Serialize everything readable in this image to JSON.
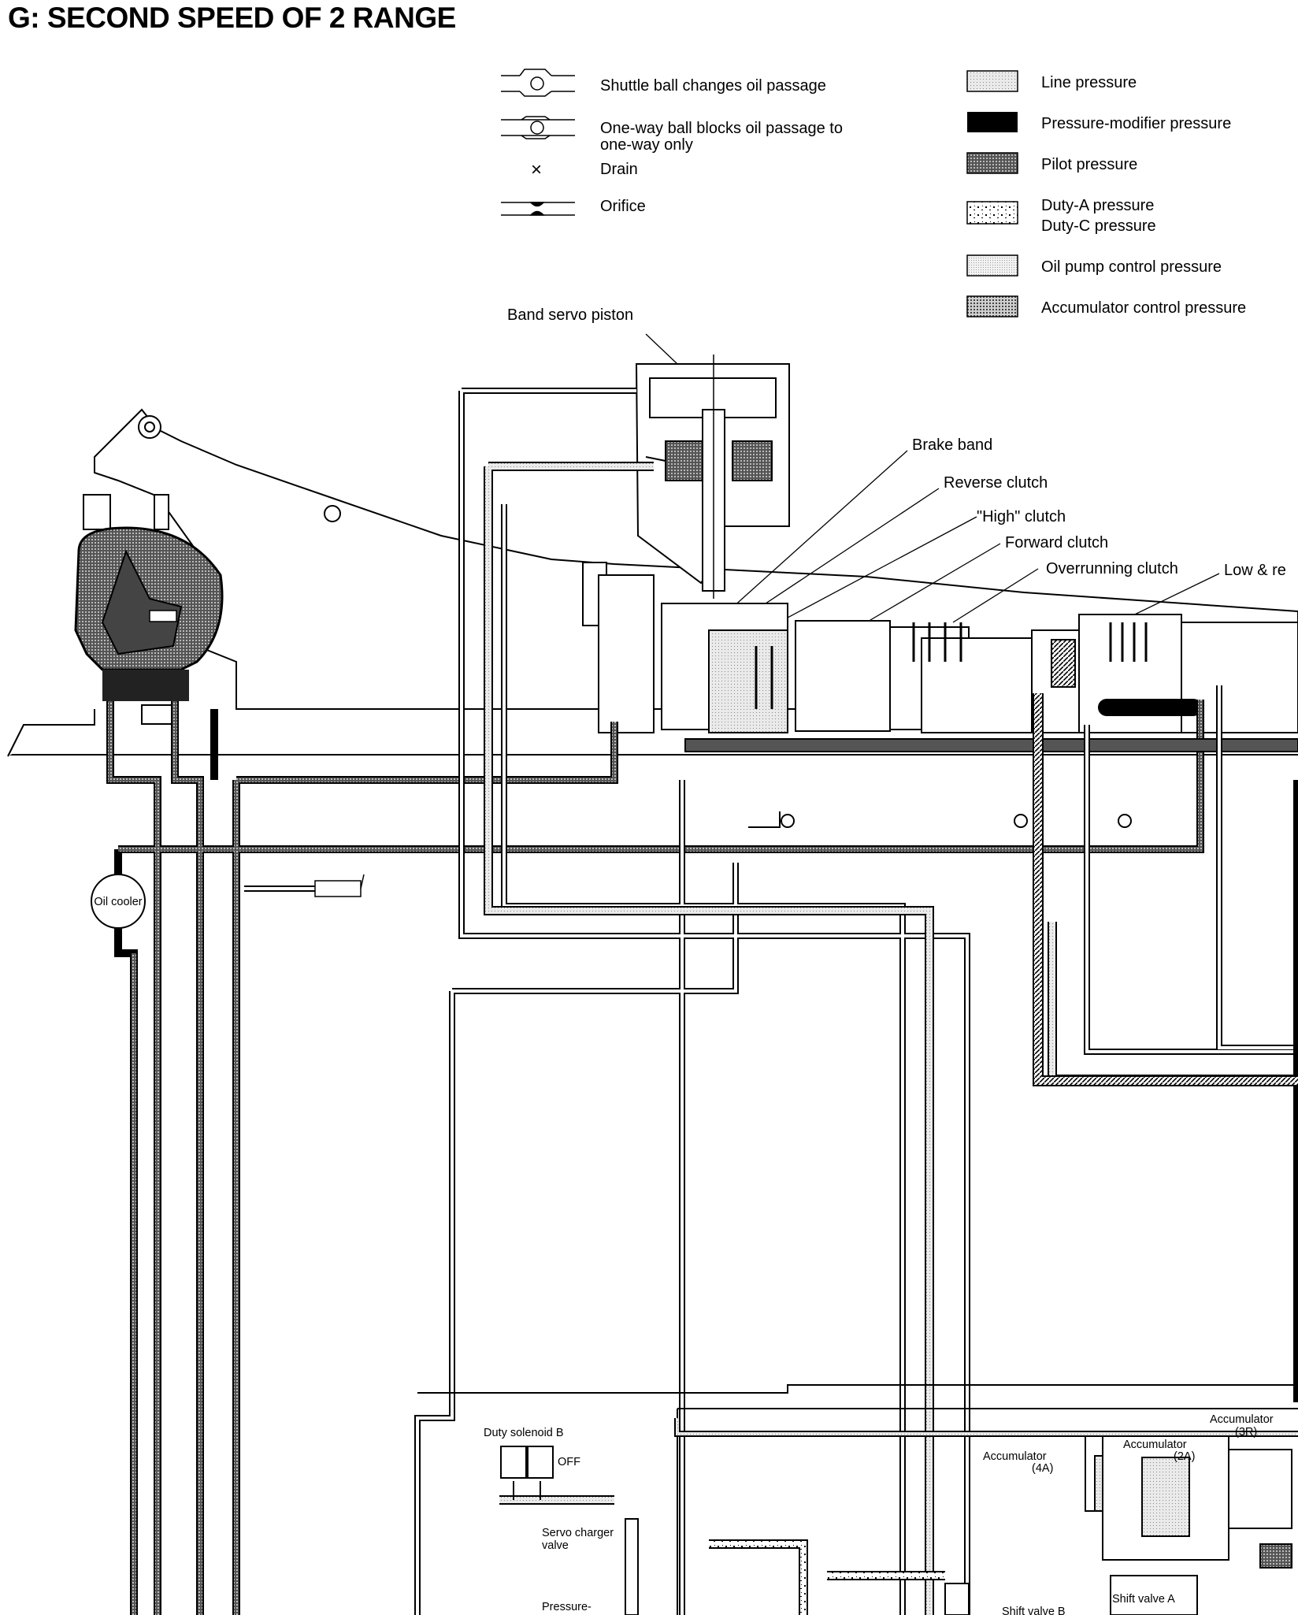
{
  "title": "G: SECOND SPEED OF 2 RANGE",
  "symbol_legend": {
    "shuttle_ball": "Shuttle ball changes oil passage",
    "one_way_ball_line1": "One-way ball blocks oil passage to",
    "one_way_ball_line2": "one-way only",
    "drain": "Drain",
    "orifice": "Orifice"
  },
  "pressure_legend": {
    "line": "Line  pressure",
    "pressure_modifier": "Pressure-modifier  pressure",
    "pilot": "Pilot  pressure",
    "duty_a": "Duty-A  pressure",
    "duty_c": "Duty-C  pressure",
    "oil_pump_control": "Oil pump control pressure",
    "accumulator_control": "Accumulator control pressure"
  },
  "component_labels": {
    "band_servo_piston": "Band servo piston",
    "brake_band": "Brake band",
    "reverse_clutch": "Reverse clutch",
    "high_clutch": "\"High\" clutch",
    "forward_clutch": "Forward clutch",
    "overrunning_clutch": "Overrunning clutch",
    "low_reverse": "Low & re",
    "oil_cooler": "Oil cooler",
    "duty_solenoid_b": "Duty solenoid B",
    "solenoid_state": "OFF",
    "servo_charger_line1": "Servo charger",
    "servo_charger_line2": "valve",
    "pressure_modifier_valve": "Pressure-",
    "accumulator_4a_line1": "Accumulator",
    "accumulator_4a_line2": "(4A)",
    "accumulator_2a_line1": "Accumulator",
    "accumulator_2a_line2": "(2A)",
    "accumulator_3r_line1": "Accumulator",
    "accumulator_3r_line2": "(3R)",
    "shift_valve_a": "Shift valve A",
    "shift_valve_b": "Shift valve B"
  },
  "drain_mark": "×"
}
